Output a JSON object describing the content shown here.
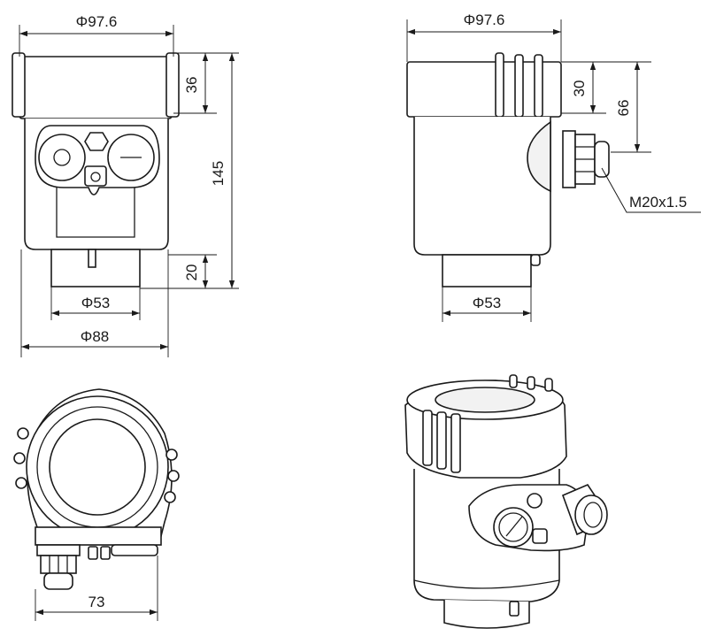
{
  "colors": {
    "line": "#1a1a1a",
    "fill": "#ffffff",
    "shade": "#f2f2f2"
  },
  "front_view": {
    "dim_top_diameter": "Φ97.6",
    "dim_cap_height": "36",
    "dim_total_height": "145",
    "dim_neck_height": "20",
    "dim_neck_diameter": "Φ53",
    "dim_body_diameter": "Φ88"
  },
  "side_view": {
    "dim_top_diameter": "Φ97.6",
    "dim_cap_height": "30",
    "dim_gland_height": "66",
    "thread_label": "M20x1.5",
    "dim_neck_diameter": "Φ53"
  },
  "top_view": {
    "dim_width": "73"
  }
}
